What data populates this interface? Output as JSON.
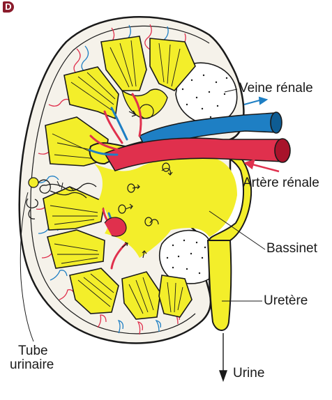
{
  "corner_mark": "D",
  "labels": {
    "veine_renale": "Veine rénale",
    "artere_renale": "Artère rénale",
    "bassinet": "Bassinet",
    "uretere": "Uretère",
    "tube_urinaire_line1": "Tube",
    "tube_urinaire_line2": "urinaire",
    "urine": "Urine"
  },
  "colors": {
    "medulla_yellow": "#f3ee2a",
    "cortex": "#f5f2ea",
    "artery_red": "#e0304d",
    "vein_blue": "#1e7fc4",
    "outline": "#1a1a1a"
  }
}
